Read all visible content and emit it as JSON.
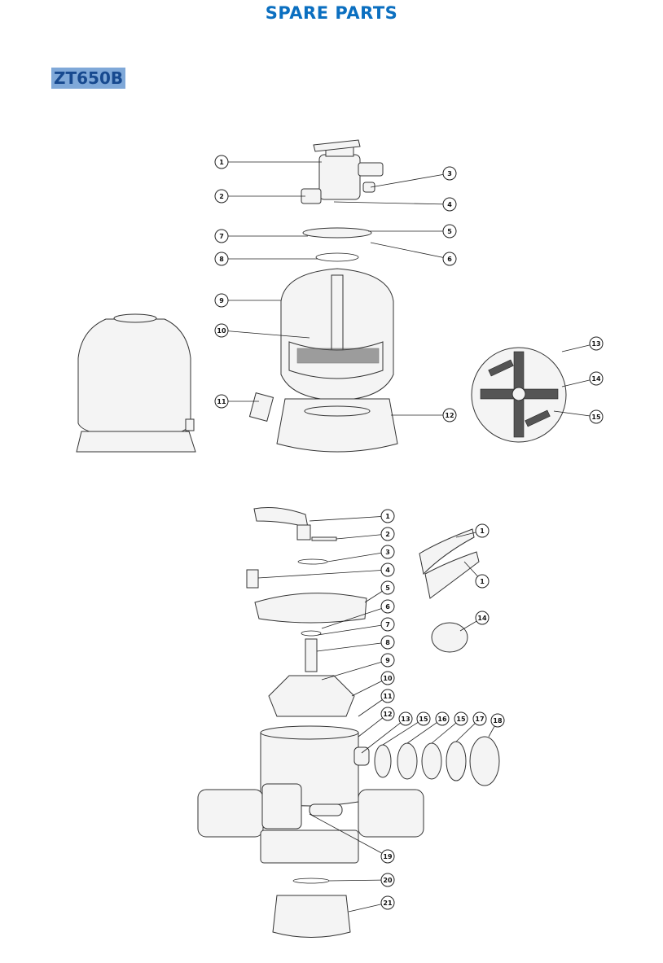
{
  "header": {
    "title": "SPARE PARTS",
    "model": "ZT650B"
  },
  "filter_diagram": {
    "callouts": [
      "1",
      "2",
      "3",
      "4",
      "5",
      "6",
      "7",
      "8",
      "9",
      "10",
      "11",
      "12",
      "13",
      "14",
      "15"
    ]
  },
  "valve_diagram": {
    "callouts": [
      "1",
      "2",
      "3",
      "4",
      "5",
      "6",
      "7",
      "8",
      "9",
      "10",
      "11",
      "12",
      "13",
      "15",
      "16",
      "15",
      "17",
      "18",
      "19",
      "20",
      "21",
      "1",
      "1",
      "14"
    ]
  }
}
